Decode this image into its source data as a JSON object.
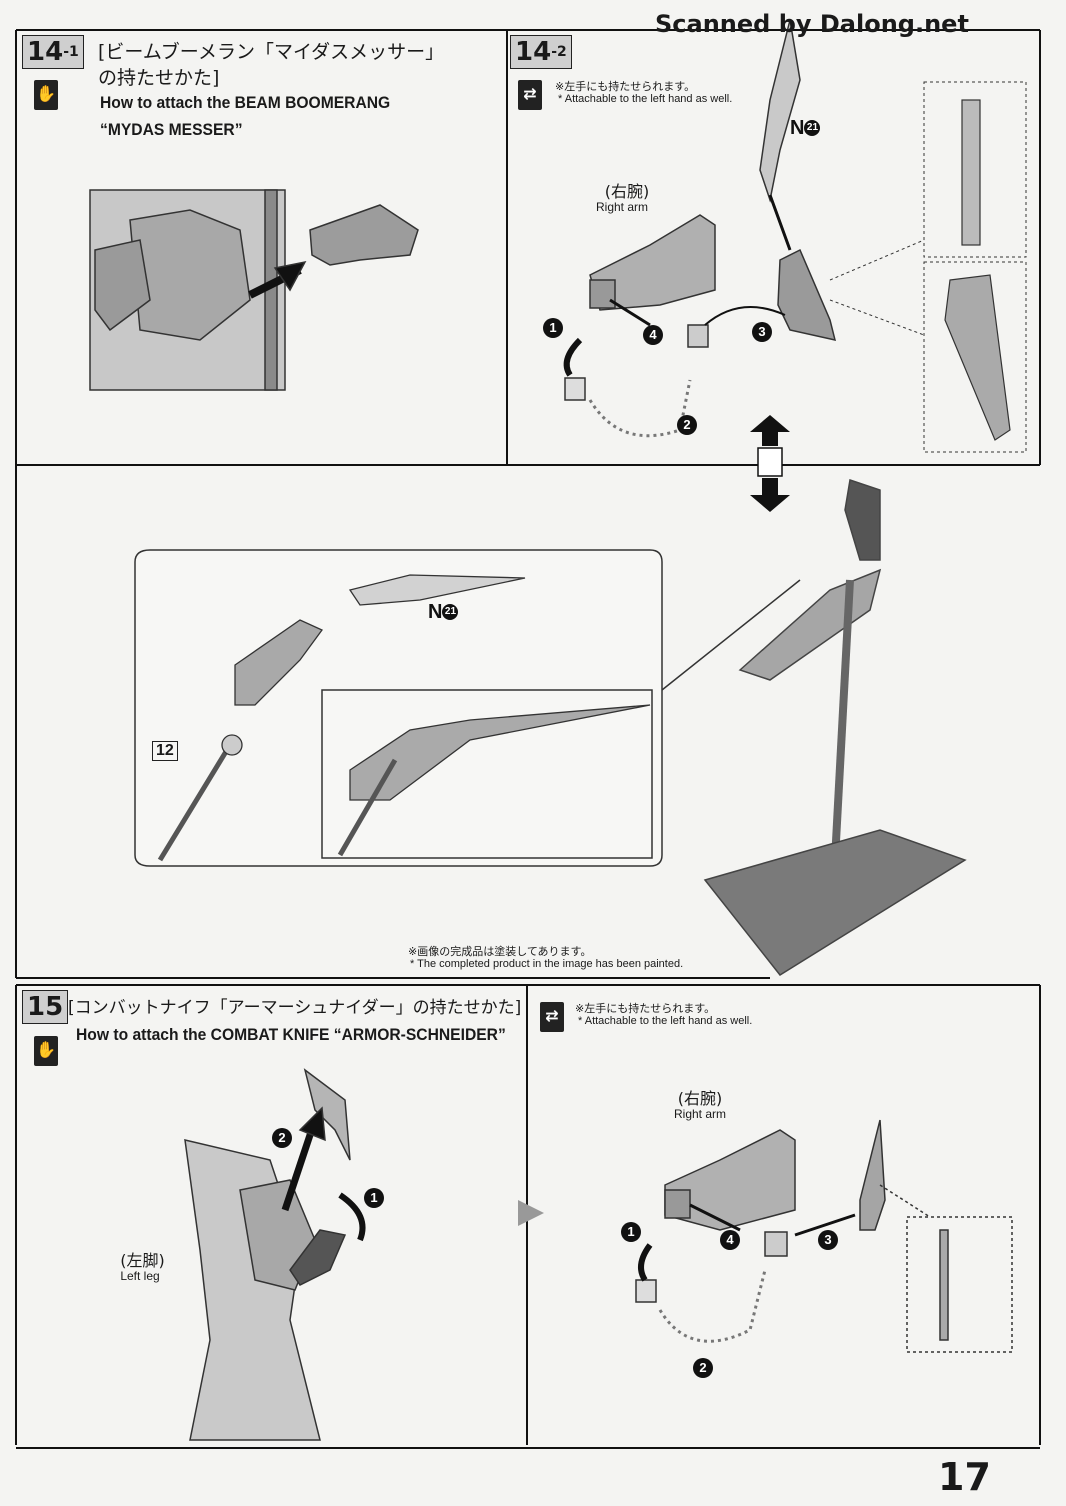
{
  "watermark": "Scanned by Dalong.net",
  "step14_1": {
    "num": "14",
    "sub": "-1",
    "title_jp": "[ビームブーメラン「マイダスメッサー」",
    "title_jp2": "の持たせかた]",
    "title_en": "How to attach the BEAM BOOMERANG",
    "title_en2": "“MYDAS MESSER”"
  },
  "step14_2": {
    "num": "14",
    "sub": "-2",
    "note_jp": "※左手にも持たせられます。",
    "note_en": "* Attachable to the left hand as well.",
    "part": "N",
    "part_no": "21",
    "arm_jp": "(右腕)",
    "arm_en": "Right arm",
    "steps": [
      "1",
      "2",
      "3",
      "4"
    ]
  },
  "stand_section": {
    "part": "N",
    "part_no": "21",
    "part_ref": "12",
    "note_jp": "※画像の完成品は塗装してあります。",
    "note_en": "* The completed product in the image has been painted."
  },
  "step15": {
    "num": "15",
    "title_jp": "[コンバットナイフ「アーマーシュナイダー」の持たせかた]",
    "title_en": "How to attach the COMBAT KNIFE “ARMOR-SCHNEIDER”",
    "leg_jp": "(左脚)",
    "leg_en": "Left leg",
    "note_jp": "※左手にも持たせられます。",
    "note_en": "* Attachable to the left hand as well.",
    "arm_jp": "(右腕)",
    "arm_en": "Right arm",
    "steps": [
      "1",
      "2",
      "3",
      "4"
    ]
  },
  "page_number": "17"
}
